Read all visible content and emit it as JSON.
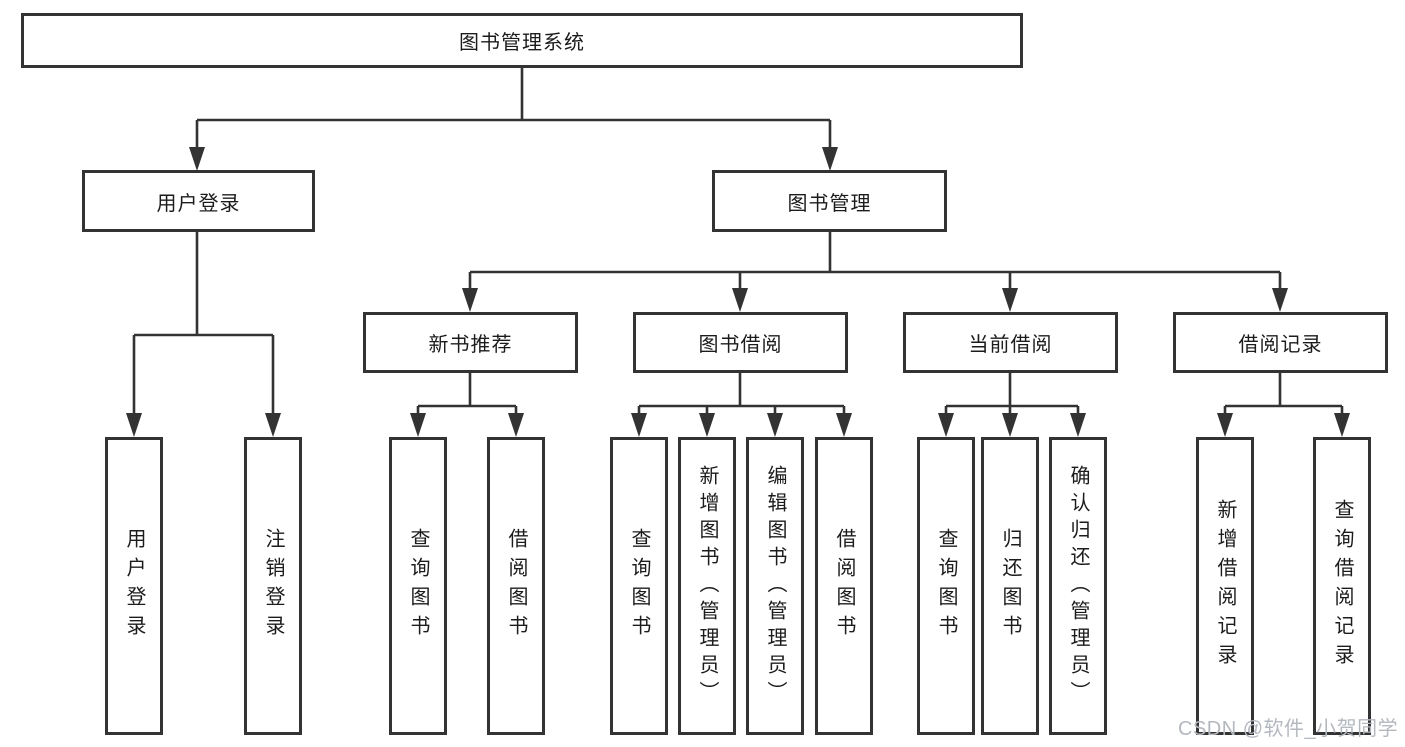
{
  "tree": {
    "label": "图书管理系统",
    "children": [
      {
        "label": "用户登录",
        "children": [
          {
            "label": "用户登录"
          },
          {
            "label": "注销登录"
          }
        ]
      },
      {
        "label": "图书管理",
        "children": [
          {
            "label": "新书推荐",
            "children": [
              {
                "label": "查询图书"
              },
              {
                "label": "借阅图书"
              }
            ]
          },
          {
            "label": "图书借阅",
            "children": [
              {
                "label": "查询图书"
              },
              {
                "label": "新增图书（管理员）"
              },
              {
                "label": "编辑图书（管理员）"
              },
              {
                "label": "借阅图书"
              }
            ]
          },
          {
            "label": "当前借阅",
            "children": [
              {
                "label": "查询图书"
              },
              {
                "label": "归还图书"
              },
              {
                "label": "确认归还（管理员）"
              }
            ]
          },
          {
            "label": "借阅记录",
            "children": [
              {
                "label": "新增借阅记录"
              },
              {
                "label": "查询借阅记录"
              }
            ]
          }
        ]
      }
    ]
  },
  "watermark": "CSDN @软件_小贺同学",
  "colors": {
    "line": "#333333",
    "box_border": "#333333",
    "text": "#1c1c1c",
    "watermark": "#b4b8bf",
    "background": "#ffffff"
  }
}
